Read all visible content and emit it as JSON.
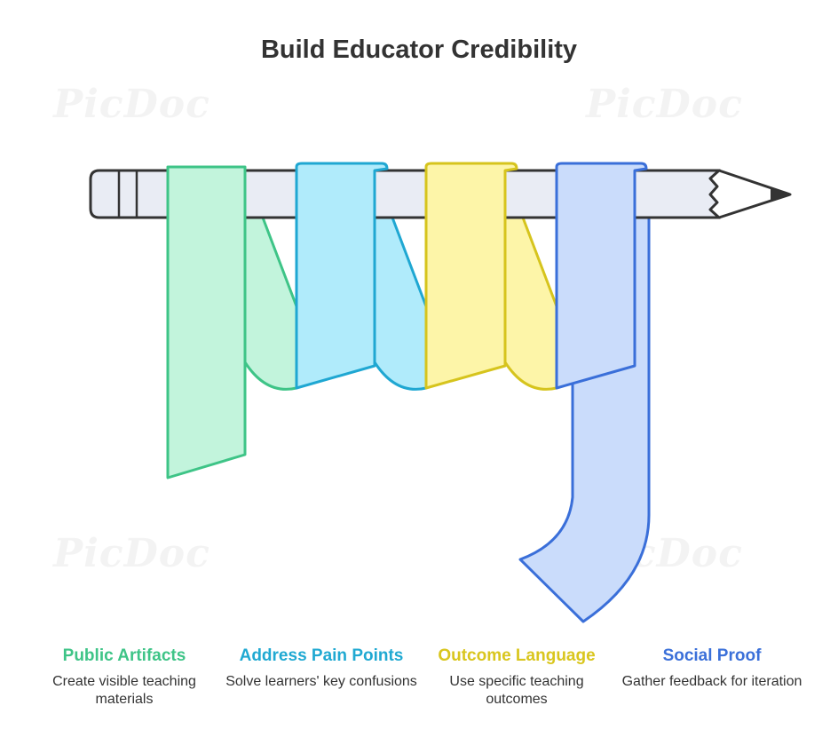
{
  "title": "Build Educator Credibility",
  "watermark_text": "PicDoc",
  "items": [
    {
      "title": "Public Artifacts",
      "description": "Create visible teaching materials",
      "color": "#3ec487",
      "fill": "#c2f4dc",
      "stroke": "#3ec487"
    },
    {
      "title": "Address Pain Points",
      "description": "Solve learners' key confusions",
      "color": "#20a9d2",
      "fill": "#b0ebfb",
      "stroke": "#1fa7d2"
    },
    {
      "title": "Outcome Language",
      "description": "Use specific teaching outcomes",
      "color": "#d9c61e",
      "fill": "#fdf5a8",
      "stroke": "#d6c41d"
    },
    {
      "title": "Social Proof",
      "description": "Gather feedback for iteration",
      "color": "#3b70d9",
      "fill": "#cadcfb",
      "stroke": "#3a6fd9"
    }
  ],
  "pencil": {
    "body_fill": "#e9ecf4",
    "stroke": "#333333"
  }
}
